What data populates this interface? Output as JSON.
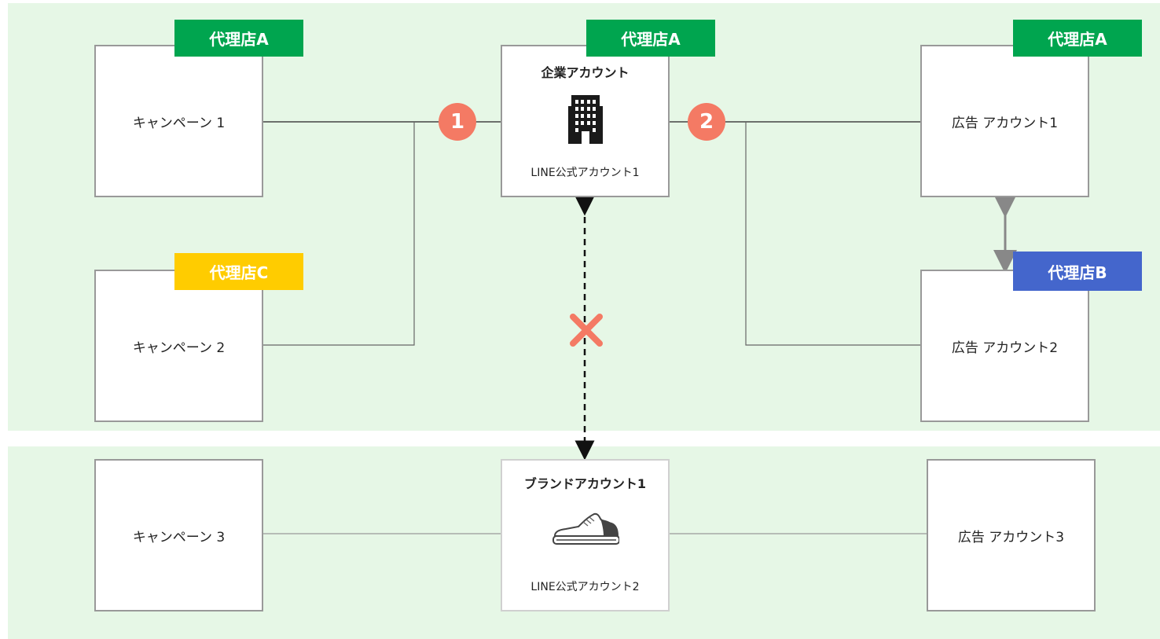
{
  "colors": {
    "panel_bg": "#e6f7e6",
    "agency_a": "#00a54f",
    "agency_b": "#4466cc",
    "agency_c": "#ffcc00",
    "badge": "#f47a64",
    "cross": "#f47a64"
  },
  "tags": {
    "campaign1": "代理店A",
    "center": "代理店A",
    "ad_account1": "代理店A",
    "campaign2": "代理店C",
    "ad_account2": "代理店B"
  },
  "top": {
    "campaign1": "キャンペーン 1",
    "campaign2": "キャンペーン 2",
    "corporate_title": "企業アカウント",
    "corporate_sub": "LINE公式アカウント1",
    "ad_account1": "広告 アカウント1",
    "ad_account2": "広告 アカウント2",
    "badge1": "1",
    "badge2": "2"
  },
  "bottom": {
    "campaign3": "キャンペーン 3",
    "brand_title": "ブランドアカウント1",
    "brand_sub": "LINE公式アカウント2",
    "ad_account3": "広告 アカウント3"
  },
  "icons": {
    "corporate": "building-icon",
    "brand": "sneaker-icon",
    "blocked": "cross-icon"
  }
}
